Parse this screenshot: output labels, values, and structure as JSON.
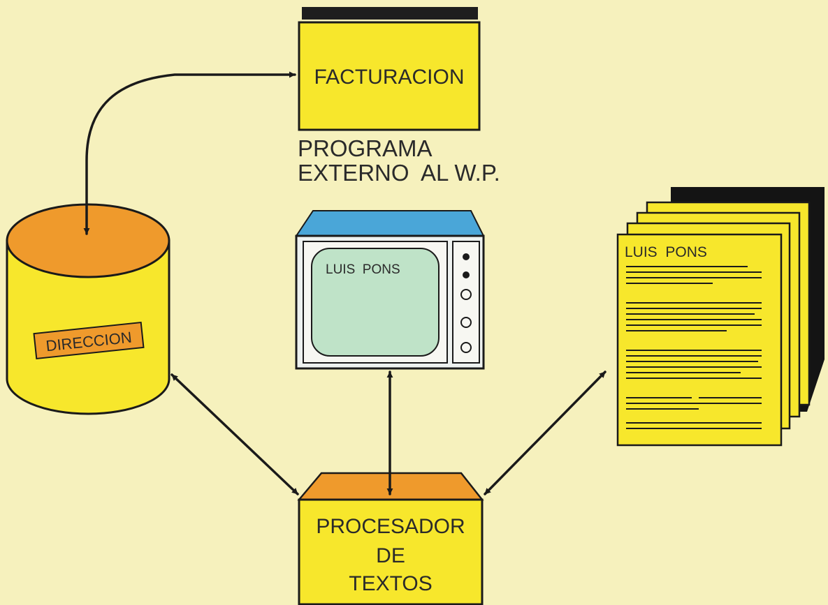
{
  "facturacion": {
    "label": "FACTURACION"
  },
  "programa_externo": {
    "line1": "PROGRAMA",
    "line2": "EXTERNO  AL W.P."
  },
  "database": {
    "label": "DIRECCION"
  },
  "monitor": {
    "screen_text": "LUIS  PONS"
  },
  "documents": {
    "header": "LUIS  PONS"
  },
  "procesador": {
    "line1": "PROCESADOR",
    "line2": "DE",
    "line3": "TEXTOS"
  },
  "colors": {
    "background": "#f6f1bd",
    "yellow": "#f7e72c",
    "orange": "#ef9a2c",
    "screen_green": "#bfe3c8",
    "tv_top_blue": "#4aa6d8",
    "outline": "#1a1a1a"
  }
}
